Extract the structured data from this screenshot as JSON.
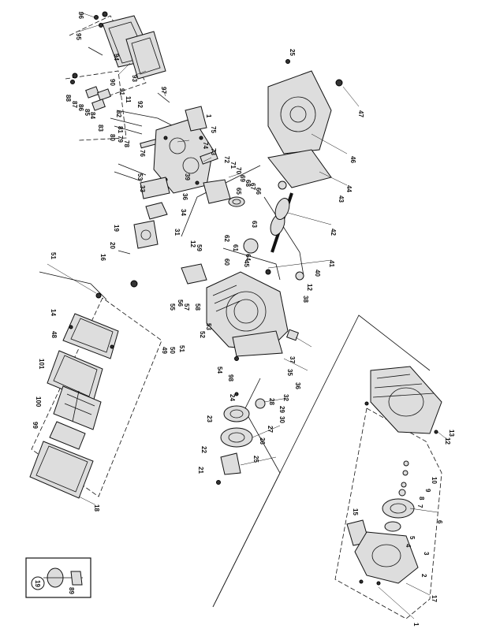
{
  "callouts": [
    {
      "id": "c96",
      "text": "96"
    },
    {
      "id": "c95",
      "text": "95"
    },
    {
      "id": "c94",
      "text": "94"
    },
    {
      "id": "c93",
      "text": "93"
    },
    {
      "id": "c97",
      "text": "97"
    },
    {
      "id": "c90",
      "text": "90"
    },
    {
      "id": "c91",
      "text": "91"
    },
    {
      "id": "c92",
      "text": "92"
    },
    {
      "id": "c11",
      "text": "11"
    },
    {
      "id": "c88",
      "text": "88"
    },
    {
      "id": "c87",
      "text": "87"
    },
    {
      "id": "c86",
      "text": "86"
    },
    {
      "id": "c85",
      "text": "85"
    },
    {
      "id": "c84",
      "text": "84"
    },
    {
      "id": "c83",
      "text": "83"
    },
    {
      "id": "c82",
      "text": "82"
    },
    {
      "id": "c81",
      "text": "81"
    },
    {
      "id": "c80",
      "text": "80"
    },
    {
      "id": "c79",
      "text": "79"
    },
    {
      "id": "c78",
      "text": "78"
    },
    {
      "id": "c76",
      "text": "76"
    },
    {
      "id": "c75",
      "text": "75"
    },
    {
      "id": "c1a",
      "text": "1"
    },
    {
      "id": "c74",
      "text": "74"
    },
    {
      "id": "c73",
      "text": "73"
    },
    {
      "id": "c72",
      "text": "72"
    },
    {
      "id": "c71",
      "text": "71"
    },
    {
      "id": "c70",
      "text": "70"
    },
    {
      "id": "c69",
      "text": "69"
    },
    {
      "id": "c68",
      "text": "68"
    },
    {
      "id": "c67",
      "text": "67"
    },
    {
      "id": "c66",
      "text": "66"
    },
    {
      "id": "c65",
      "text": "65"
    },
    {
      "id": "c64",
      "text": "64"
    },
    {
      "id": "c63",
      "text": "63"
    },
    {
      "id": "c62",
      "text": "62"
    },
    {
      "id": "c61",
      "text": "61"
    },
    {
      "id": "c60",
      "text": "60"
    },
    {
      "id": "c59",
      "text": "59"
    },
    {
      "id": "c58",
      "text": "58"
    },
    {
      "id": "c57",
      "text": "57"
    },
    {
      "id": "c56",
      "text": "56"
    },
    {
      "id": "c55",
      "text": "55"
    },
    {
      "id": "c54",
      "text": "54"
    },
    {
      "id": "c53a",
      "text": "53"
    },
    {
      "id": "c53b",
      "text": "53"
    },
    {
      "id": "c52",
      "text": "52"
    },
    {
      "id": "c51a",
      "text": "51"
    },
    {
      "id": "c51b",
      "text": "51"
    },
    {
      "id": "c50",
      "text": "50"
    },
    {
      "id": "c49",
      "text": "49"
    },
    {
      "id": "c48",
      "text": "48"
    },
    {
      "id": "c47",
      "text": "47"
    },
    {
      "id": "c46",
      "text": "46"
    },
    {
      "id": "c45",
      "text": "45"
    },
    {
      "id": "c44",
      "text": "44"
    },
    {
      "id": "c43",
      "text": "43"
    },
    {
      "id": "c42",
      "text": "42"
    },
    {
      "id": "c41",
      "text": "41"
    },
    {
      "id": "c40",
      "text": "40"
    },
    {
      "id": "c39",
      "text": "39"
    },
    {
      "id": "c38",
      "text": "38"
    },
    {
      "id": "c37",
      "text": "37"
    },
    {
      "id": "c36a",
      "text": "36"
    },
    {
      "id": "c36b",
      "text": "36"
    },
    {
      "id": "c35",
      "text": "35"
    },
    {
      "id": "c34",
      "text": "34"
    },
    {
      "id": "c33",
      "text": "33"
    },
    {
      "id": "c32",
      "text": "32"
    },
    {
      "id": "c31",
      "text": "31"
    },
    {
      "id": "c30",
      "text": "30"
    },
    {
      "id": "c29",
      "text": "29"
    },
    {
      "id": "c28",
      "text": "28"
    },
    {
      "id": "c27",
      "text": "27"
    },
    {
      "id": "c26",
      "text": "26"
    },
    {
      "id": "c25a",
      "text": "25"
    },
    {
      "id": "c25b",
      "text": "25"
    },
    {
      "id": "c24",
      "text": "24"
    },
    {
      "id": "c23",
      "text": "23"
    },
    {
      "id": "c22",
      "text": "22"
    },
    {
      "id": "c21",
      "text": "21"
    },
    {
      "id": "c20",
      "text": "20"
    },
    {
      "id": "c19a",
      "text": "19"
    },
    {
      "id": "c18",
      "text": "18"
    },
    {
      "id": "c17",
      "text": "17"
    },
    {
      "id": "c16",
      "text": "16"
    },
    {
      "id": "c15",
      "text": "15"
    },
    {
      "id": "c14",
      "text": "14"
    },
    {
      "id": "c13",
      "text": "13"
    },
    {
      "id": "c12a",
      "text": "12"
    },
    {
      "id": "c12b",
      "text": "12"
    },
    {
      "id": "c12c",
      "text": "12"
    },
    {
      "id": "c10",
      "text": "10"
    },
    {
      "id": "c9",
      "text": "9"
    },
    {
      "id": "c8",
      "text": "8"
    },
    {
      "id": "c7",
      "text": "7"
    },
    {
      "id": "c6",
      "text": "6"
    },
    {
      "id": "c5",
      "text": "5"
    },
    {
      "id": "c4",
      "text": "4"
    },
    {
      "id": "c3",
      "text": "3"
    },
    {
      "id": "c2",
      "text": "2"
    },
    {
      "id": "c1b",
      "text": "1"
    },
    {
      "id": "c101",
      "text": "101"
    },
    {
      "id": "c100",
      "text": "100"
    },
    {
      "id": "c99",
      "text": "99"
    },
    {
      "id": "c98",
      "text": "98"
    },
    {
      "id": "c89",
      "text": "89"
    },
    {
      "id": "c19b",
      "text": "19"
    }
  ]
}
